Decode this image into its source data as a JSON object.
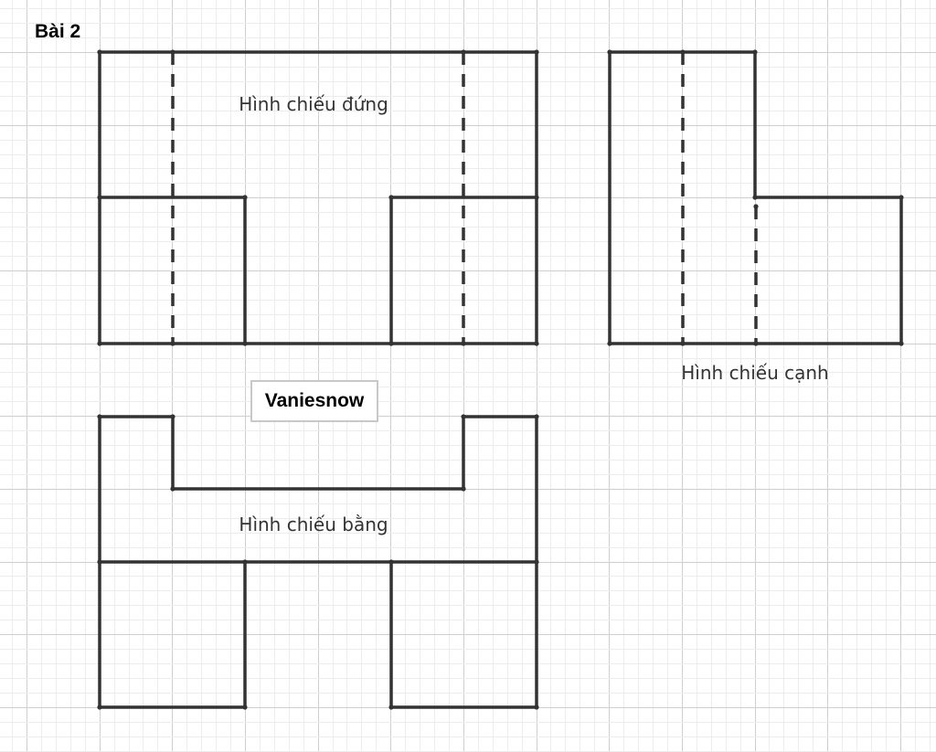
{
  "title": "Bài 2",
  "labels": {
    "front_view": "Hình chiếu đứng",
    "side_view": "Hình chiếu cạnh",
    "top_view": "Hình chiếu bằng"
  },
  "watermark": "Vaniesnow",
  "colors": {
    "grid_minor": "#ececec",
    "grid_major": "#cfcfcf",
    "outline": "#333333",
    "text": "#333333"
  }
}
